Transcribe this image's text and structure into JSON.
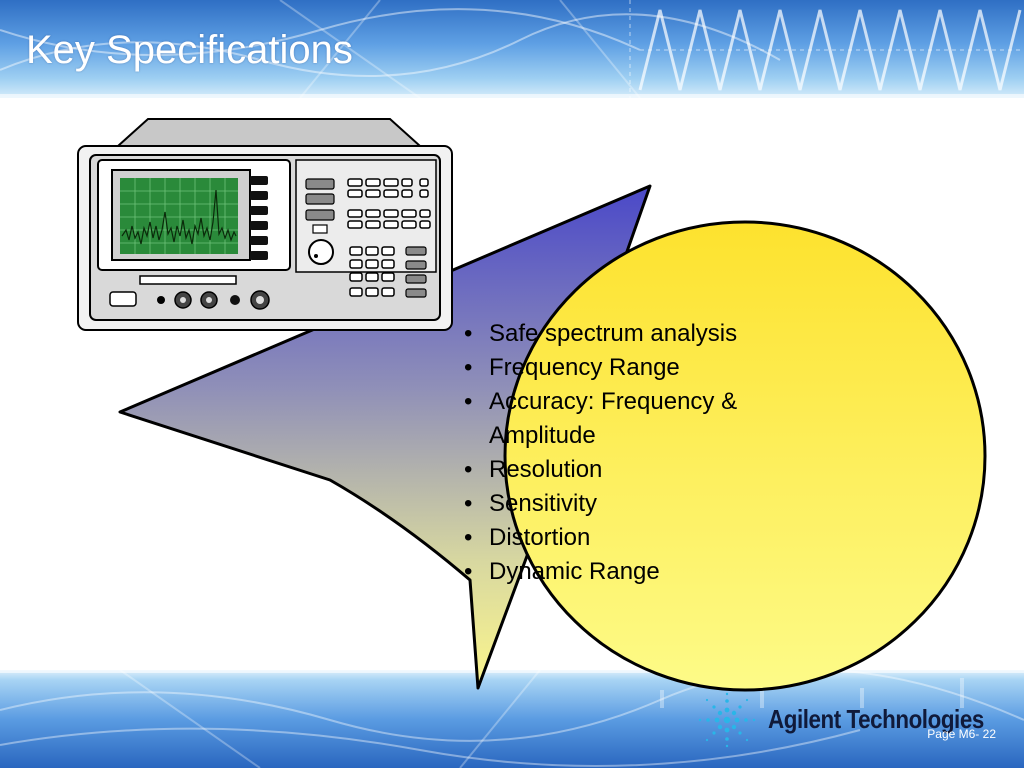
{
  "slide": {
    "title": "Key Specifications",
    "page_label": "Page M6- 22"
  },
  "specs": {
    "items": [
      "Safe spectrum analysis",
      "Frequency Range",
      "Accuracy: Frequency & Amplitude",
      "Resolution",
      "Sensitivity",
      "Distortion",
      "Dynamic Range"
    ]
  },
  "brand": {
    "company": "Agilent Technologies",
    "logo_icon": "agilent-spark-icon"
  },
  "illustration": {
    "device_icon": "spectrum-analyzer-icon",
    "arrow_icon": "curved-arrow-icon",
    "circle_icon": "yellow-circle-icon"
  },
  "colors": {
    "arrow_top": "#4a48c8",
    "arrow_bottom": "#fcf68c",
    "circle_top": "#fde22e",
    "circle_bottom": "#fdfb88",
    "screen": "#2a8a3a",
    "band_blue": "#3f7fd0"
  }
}
